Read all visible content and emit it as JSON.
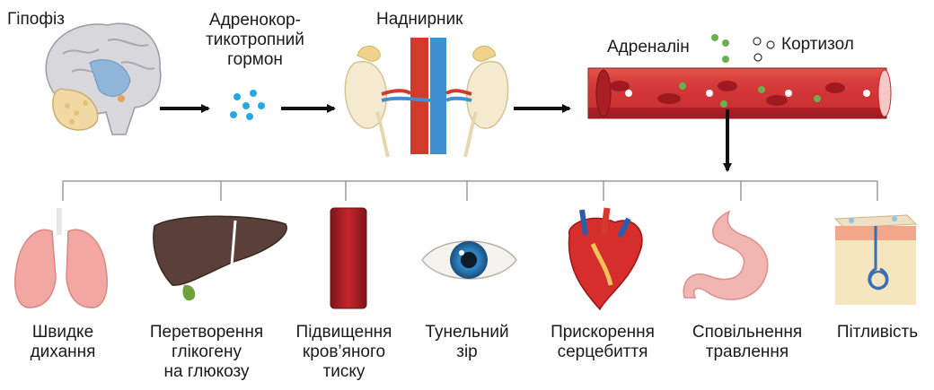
{
  "top": {
    "pituitary_label": "Гіпофіз",
    "hormone_label": "Адренокор-\nтикотропний\nгормон",
    "adrenal_label": "Наднирник",
    "adrenaline_label": "Адреналін",
    "cortisol_label": "Кортизол"
  },
  "effects": [
    {
      "label": "Швидке\nдихання",
      "icon": "lungs-icon"
    },
    {
      "label": "Перетворення\nглікогену\nна глюкозу",
      "icon": "liver-icon"
    },
    {
      "label": "Підвищення\nкров’яного\nтиску",
      "icon": "blood-vessel-icon"
    },
    {
      "label": "Тунельний\nзір",
      "icon": "eye-icon"
    },
    {
      "label": "Прискорення\nсерцебиття",
      "icon": "heart-icon"
    },
    {
      "label": "Сповільнення\nтравлення",
      "icon": "stomach-icon"
    },
    {
      "label": "Пітливість",
      "icon": "skin-sweat-gland-icon"
    }
  ],
  "colors": {
    "hormone_dots": "#29a8e0",
    "adrenaline_dots": "#6ab04c",
    "vessel_red": "#c8252c",
    "artery_red": "#d23a2e",
    "vein_blue": "#3f8fd2",
    "connector_gray": "#9a9a9a"
  }
}
